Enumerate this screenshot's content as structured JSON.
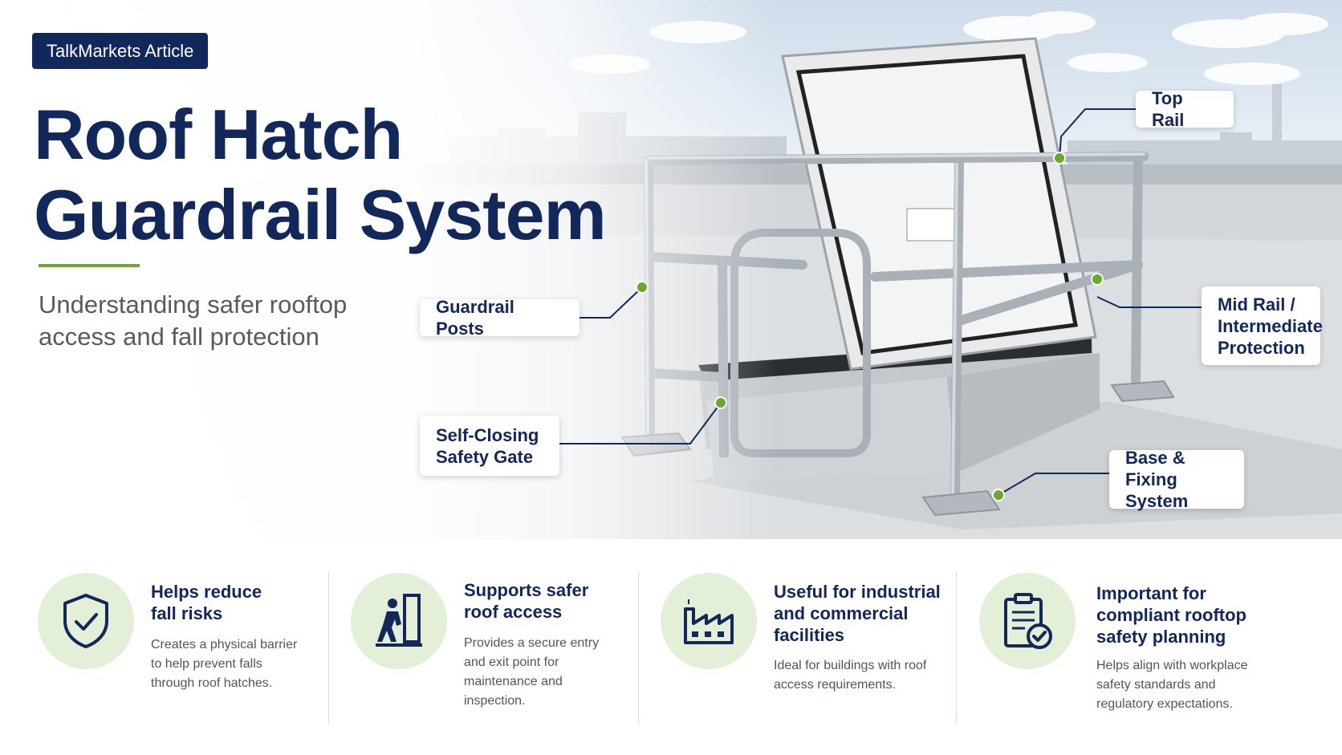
{
  "header": {
    "badge": "TalkMarkets Article",
    "title_line1": "Roof Hatch",
    "title_line2": "Guardrail System",
    "subtitle_line1": "Understanding safer rooftop",
    "subtitle_line2": "access and fall protection"
  },
  "callouts": {
    "top_rail": "Top Rail",
    "guardrail_posts": "Guardrail Posts",
    "mid_rail_line1": "Mid Rail /",
    "mid_rail_line2": "Intermediate",
    "mid_rail_line3": "Protection",
    "gate_line1": "Self-Closing",
    "gate_line2": "Safety Gate",
    "base_line1": "Base & Fixing",
    "base_line2": "System"
  },
  "features": [
    {
      "icon": "shield-check-icon",
      "title_lines": [
        "Helps reduce",
        "fall risks"
      ],
      "desc_lines": [
        "Creates a physical barrier",
        "to help prevent falls",
        "through roof hatches."
      ]
    },
    {
      "icon": "person-exit-door-icon",
      "title_lines": [
        "Supports safer",
        "roof access"
      ],
      "desc_lines": [
        "Provides a secure entry",
        "and exit point for",
        "maintenance and",
        "inspection."
      ]
    },
    {
      "icon": "factory-icon",
      "title_lines": [
        "Useful for industrial",
        "and commercial",
        "facilities"
      ],
      "desc_lines": [
        "Ideal for buildings with roof",
        "access requirements."
      ]
    },
    {
      "icon": "clipboard-check-icon",
      "title_lines": [
        "Important for",
        "compliant rooftop",
        "safety planning"
      ],
      "desc_lines": [
        "Helps align with workplace",
        "safety standards and",
        "regulatory expectations."
      ]
    }
  ],
  "colors": {
    "navy": "#12275a",
    "accent_green": "#6aa82e",
    "icon_circle": "#e4efd8"
  }
}
